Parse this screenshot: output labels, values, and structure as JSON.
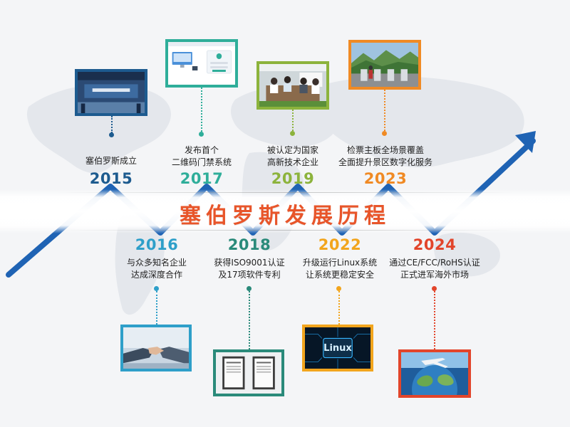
{
  "title": "塞伯罗斯发展历程",
  "milestones": [
    {
      "year": "2015",
      "lines": [
        "塞伯罗斯成立"
      ],
      "color": "#1d5b8f",
      "image": "office-reception-photo"
    },
    {
      "year": "2016",
      "lines": [
        "与众多知名企业",
        "达成深度合作"
      ],
      "color": "#2e9fc9",
      "image": "handshake-photo"
    },
    {
      "year": "2017",
      "lines": [
        "发布首个",
        "二维码门禁系统"
      ],
      "color": "#2fae9a",
      "image": "software-screenshot"
    },
    {
      "year": "2018",
      "lines": [
        "获得ISO9001认证",
        "及17项软件专利"
      ],
      "color": "#2a8a7a",
      "image": "certificates-photo"
    },
    {
      "year": "2019",
      "lines": [
        "被认定为国家",
        "高新技术企业"
      ],
      "color": "#8cb33c",
      "image": "meeting-photo"
    },
    {
      "year": "2022",
      "lines": [
        "升级运行Linux系统",
        "让系统更稳定安全"
      ],
      "color": "#f2a51d",
      "image": "linux-chip-graphic"
    },
    {
      "year": "2023",
      "lines": [
        "检票主板全场景覆盖",
        "全面提升景区数字化服务"
      ],
      "color": "#f08a24",
      "image": "scenic-gates-photo"
    },
    {
      "year": "2024",
      "lines": [
        "通过CE/FCC/RoHS认证",
        "正式进军海外市场"
      ],
      "color": "#e2452b",
      "image": "globe-airplane-photo"
    }
  ],
  "linux_badge": "Linux",
  "arrow_color": "#1f63b4"
}
